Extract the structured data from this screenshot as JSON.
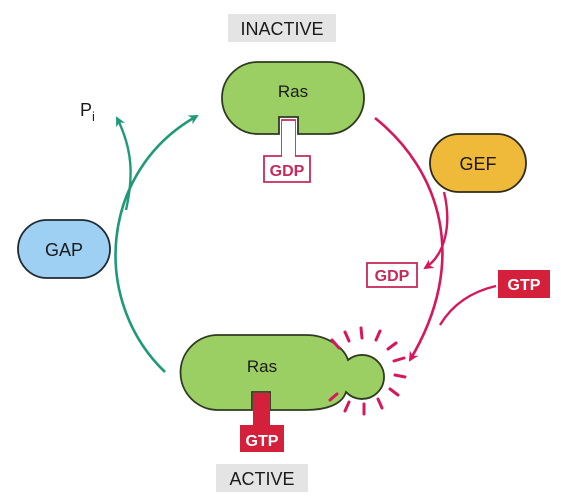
{
  "states": {
    "inactive": "INACTIVE",
    "active": "ACTIVE"
  },
  "proteins": {
    "ras_top": "Ras",
    "ras_bottom": "Ras",
    "gef": "GEF",
    "gap": "GAP"
  },
  "nucleotides": {
    "gdp_bound": "GDP",
    "gdp_released": "GDP",
    "gtp_incoming": "GTP",
    "gtp_bound": "GTP"
  },
  "phosphate": {
    "symbol": "P",
    "subscript": "i"
  },
  "colors": {
    "ras_green": "#9ccf63",
    "ras_stroke": "#2f3a22",
    "gef_orange": "#efb93a",
    "gap_blue": "#9dd0f2",
    "activation_magenta": "#d6175a",
    "hydrolysis_teal": "#1f9a78",
    "gtp_red": "#d4203a",
    "label_gray": "#e4e4e4"
  }
}
